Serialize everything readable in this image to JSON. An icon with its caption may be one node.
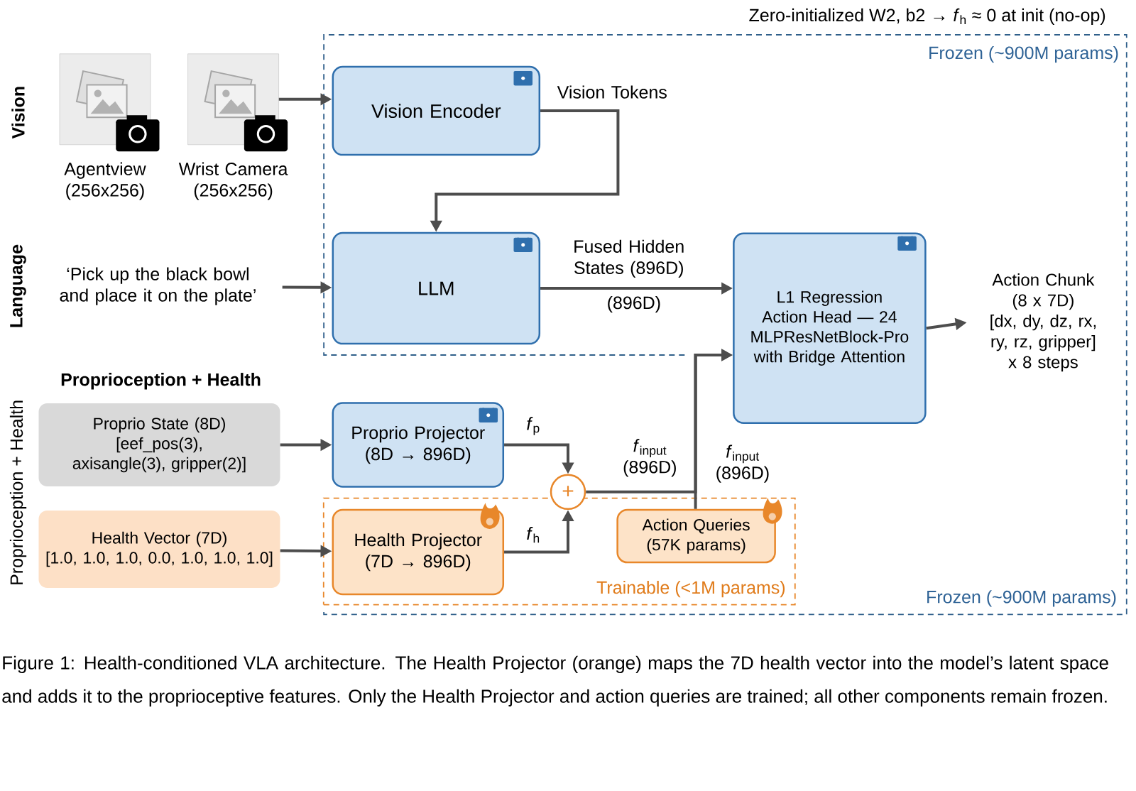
{
  "diagram": {
    "caption": "Figure 1: Health-conditioned VLA architecture. The Health Projector (orange) maps the 7D health vector into the model’s latent space and adds it to the proprioceptive features. Only the Health Projector and action queries are trained; all other components remain frozen.",
    "nodes": [
      {
        "text": [],
        "shape": "picture",
        "beside": [
          "Agentview (256x256)"
        ]
      },
      {
        "text": [],
        "shape": "picture",
        "beside": [
          "Wrist Camera (256x256)"
        ]
      },
      {
        "text": [
          "Frozen (~900M params)",
          "Frozen (~900M params)"
        ]
      },
      {
        "text": [
          "Vision Encoder"
        ],
        "in": 2
      },
      {
        "text": [
          "LLM"
        ],
        "in": 2
      },
      {
        "text": [
          "L1 Regression Action Head — 24 MLPResNetBlock-Pro with Bridge Attention"
        ],
        "in": 2
      },
      {
        "text": [
          "‘Pick up the black bowl and place it on the plate’"
        ]
      },
      {
        "text": [
          "Action Chunk (8 x 7D)",
          "[dx, dy, dz, rx, ry, rz, gripper] x 8 steps"
        ],
        "in": 2
      },
      {
        "text": [
          "Proprio State (8D)",
          "[eef_pos(3), axisangle(3), gripper(2)]"
        ]
      },
      {
        "text": [
          "Proprio Projector (8D → 896D)"
        ],
        "in": 2
      },
      {
        "text": [
          "+"
        ],
        "in": 2
      },
      {
        "text": [
          "Trainable (<1M params)"
        ],
        "in": 2
      },
      {
        "text": [
          "Health Projector (7D → 896D)"
        ],
        "in": 11
      },
      {
        "text": [
          "Action Queries",
          "(57K params)"
        ],
        "in": 11
      },
      {
        "text": [
          "Health Vector (7D)",
          "[1.0, 1.0, 1.0, 0.0, 1.0, 1.0, 1.0]"
        ]
      }
    ],
    "edges": [
      {
        "from": 1,
        "to": 3,
        "arrow": "to"
      },
      {
        "from": 3,
        "to": 4,
        "arrow": "to",
        "label": "Vision Tokens"
      },
      {
        "from": 6,
        "to": 4,
        "arrow": "to"
      },
      {
        "from": 4,
        "to": 5,
        "arrow": "to",
        "label": "Fused Hidden States (896D)"
      },
      {
        "from": 8,
        "to": 9,
        "arrow": "to"
      },
      {
        "from": 14,
        "to": 12,
        "arrow": "to"
      },
      {
        "from": 9,
        "to": 10,
        "arrow": "to",
        "label": "*f*$_{p}$"
      },
      {
        "from": 12,
        "to": 10,
        "arrow": "to",
        "label": "*f*$_{h}$"
      },
      {
        "from": 10,
        "to": 5,
        "arrow": "to",
        "label": "*f*$_{input}$ (896D)"
      },
      {
        "from": 13,
        "to": 5,
        "arrow": "to",
        "label": "*f*$_{input}$ (896D)"
      },
      {
        "from": 5,
        "to": 7,
        "arrow": "to"
      }
    ],
    "labels": [
      "Zero-initialized W2, b2 → *f*$_{h}$ ≈ 0 at init (no-op)",
      "Vision",
      "Language",
      "(896D)",
      "Proprioception + Health",
      "Proprioception + Health"
    ]
  }
}
